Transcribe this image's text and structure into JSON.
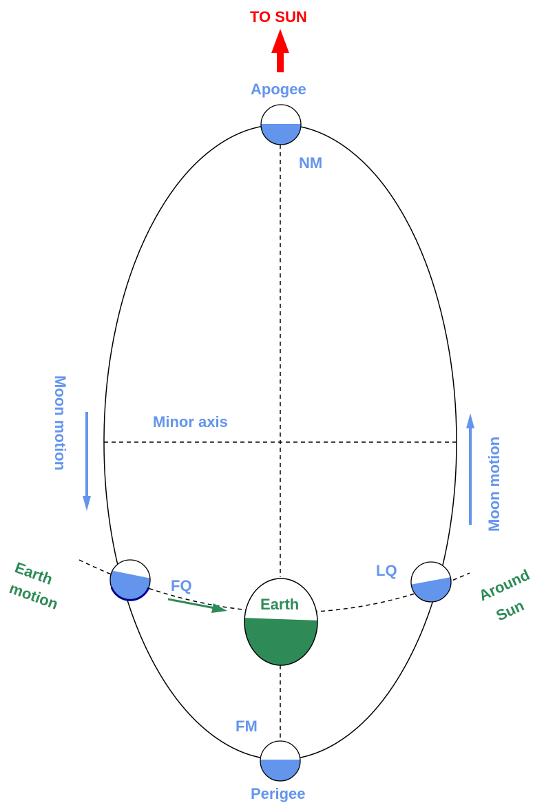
{
  "labels": {
    "to_sun": "TO SUN",
    "apogee": "Apogee",
    "perigee": "Perigee",
    "new_moon": "NM",
    "full_moon": "FM",
    "first_quarter": "FQ",
    "last_quarter": "LQ",
    "minor_axis": "Minor axis",
    "earth": "Earth",
    "moon_motion_left": "Moon motion",
    "moon_motion_right": "Moon motion",
    "earth_motion_line1": "Earth",
    "earth_motion_line2": "motion",
    "around_sun_line1": "Around",
    "around_sun_line2": "Sun"
  },
  "colors": {
    "label_blue": "#6495ed",
    "moon_fill": "#6495ed",
    "earth_fill": "#2e8b57",
    "earth_label": "#2e8b57",
    "sun_arrow": "#ff0000",
    "line": "#000000"
  }
}
